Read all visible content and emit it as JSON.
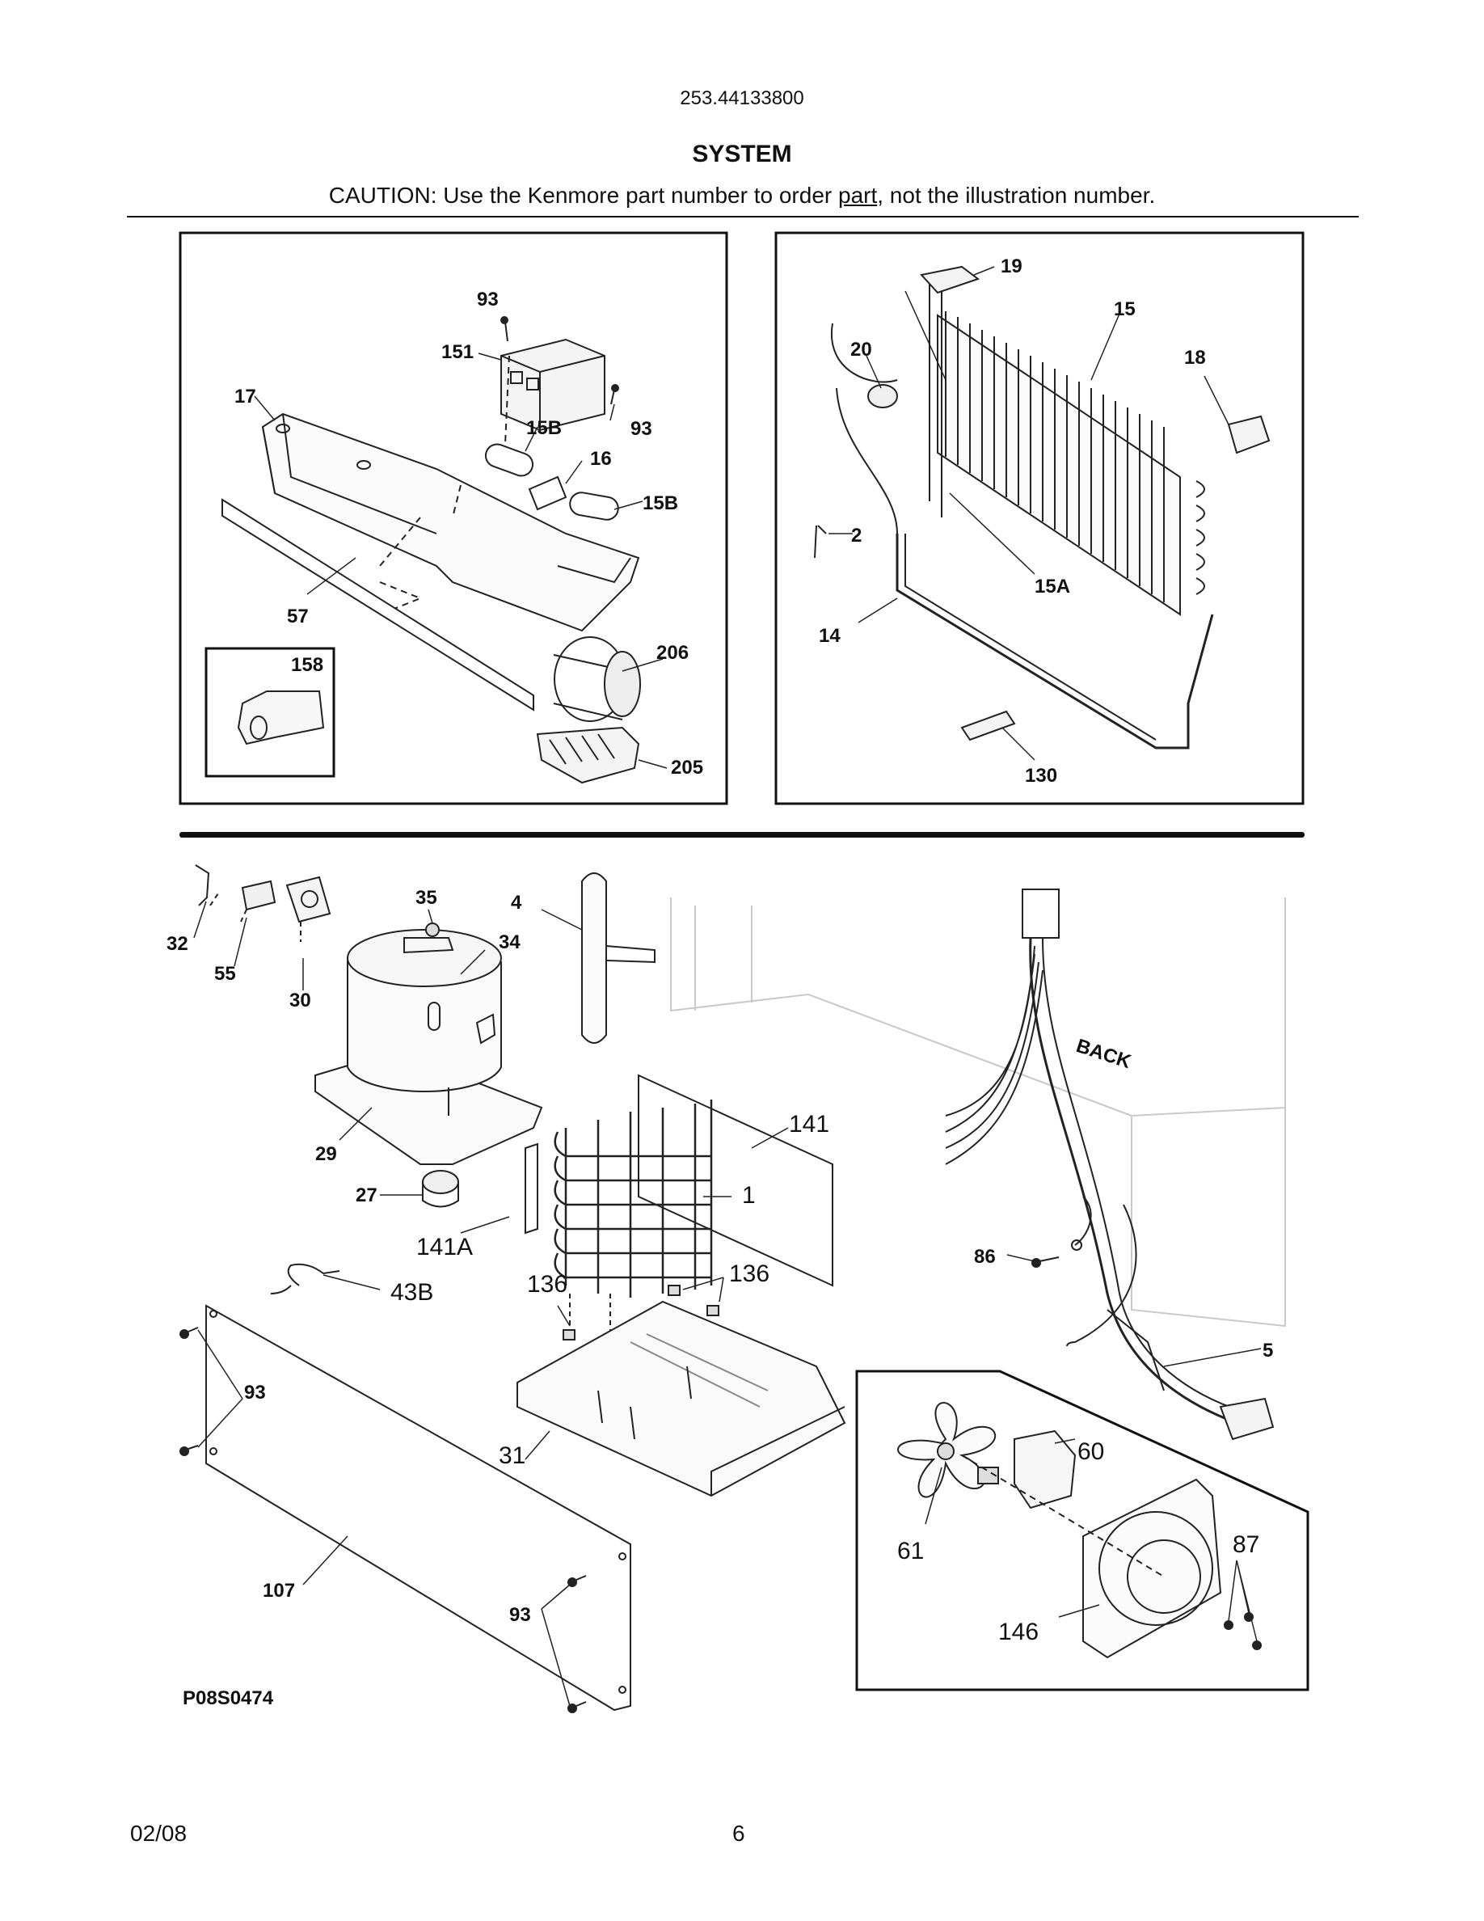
{
  "header": {
    "model_number": "253.44133800",
    "section_title": "SYSTEM",
    "caution_prefix": "CAUTION: Use the Kenmore part number to order ",
    "caution_link": "part",
    "caution_suffix": ", not the illustration number."
  },
  "labels": {
    "l93a": "93",
    "l151": "151",
    "l17": "17",
    "l15b_a": "15B",
    "l93b": "93",
    "l16": "16",
    "l15b_b": "15B",
    "l57": "57",
    "l158": "158",
    "l206": "206",
    "l205": "205",
    "l19": "19",
    "l15": "15",
    "l20": "20",
    "l18": "18",
    "l2": "2",
    "l15a": "15A",
    "l14": "14",
    "l130": "130",
    "l35": "35",
    "l4": "4",
    "l32": "32",
    "l34": "34",
    "l55": "55",
    "l30": "30",
    "l29": "29",
    "l27": "27",
    "l141": "141",
    "l1": "1",
    "l141a": "141A",
    "l136a": "136",
    "l136b": "136",
    "l43b": "43B",
    "l86": "86",
    "l5": "5",
    "l93c": "93",
    "l31": "31",
    "l60": "60",
    "l61": "61",
    "l87": "87",
    "l107": "107",
    "l93d": "93",
    "l146": "146",
    "back": "BACK"
  },
  "drawing_code": "P08S0474",
  "footer": {
    "date": "02/08",
    "page_number": "6"
  }
}
